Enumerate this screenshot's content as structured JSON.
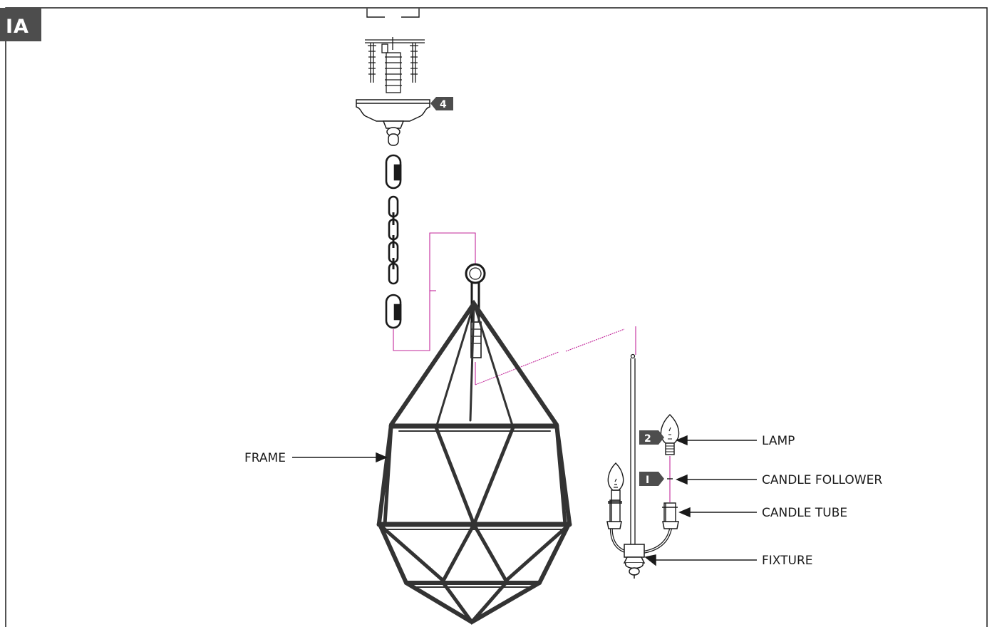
{
  "figure_badge": "IA",
  "callouts": {
    "frame": "FRAME",
    "lamp": "LAMP",
    "candle_follower": "CANDLE FOLLOWER",
    "candle_tube": "CANDLE TUBE",
    "fixture": "FIXTURE"
  },
  "steps": {
    "canopy": "4",
    "lamp": "2",
    "candle_follower": "I"
  },
  "colors": {
    "outline": "#1a1a1a",
    "badge": "#4d4d4d",
    "wire": "#c2279a",
    "frame_bar": "#333333"
  }
}
